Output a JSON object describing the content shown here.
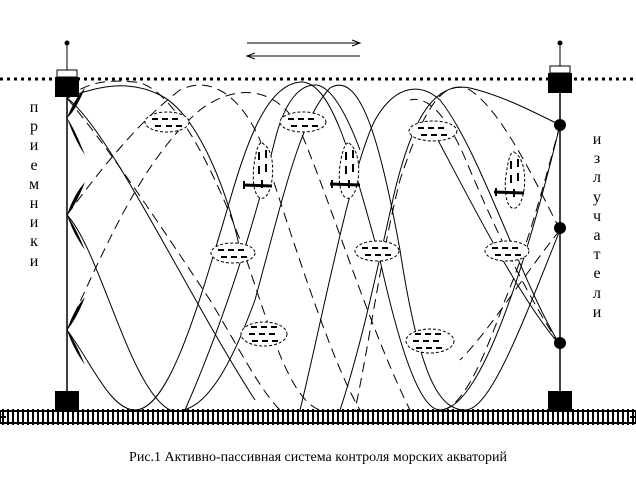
{
  "caption": "Рис.1 Активно-пассивная система контроля морских акваторий",
  "left_label": "приемники",
  "right_label": "излучатели",
  "colors": {
    "ink": "#000000",
    "background": "#ffffff"
  }
}
